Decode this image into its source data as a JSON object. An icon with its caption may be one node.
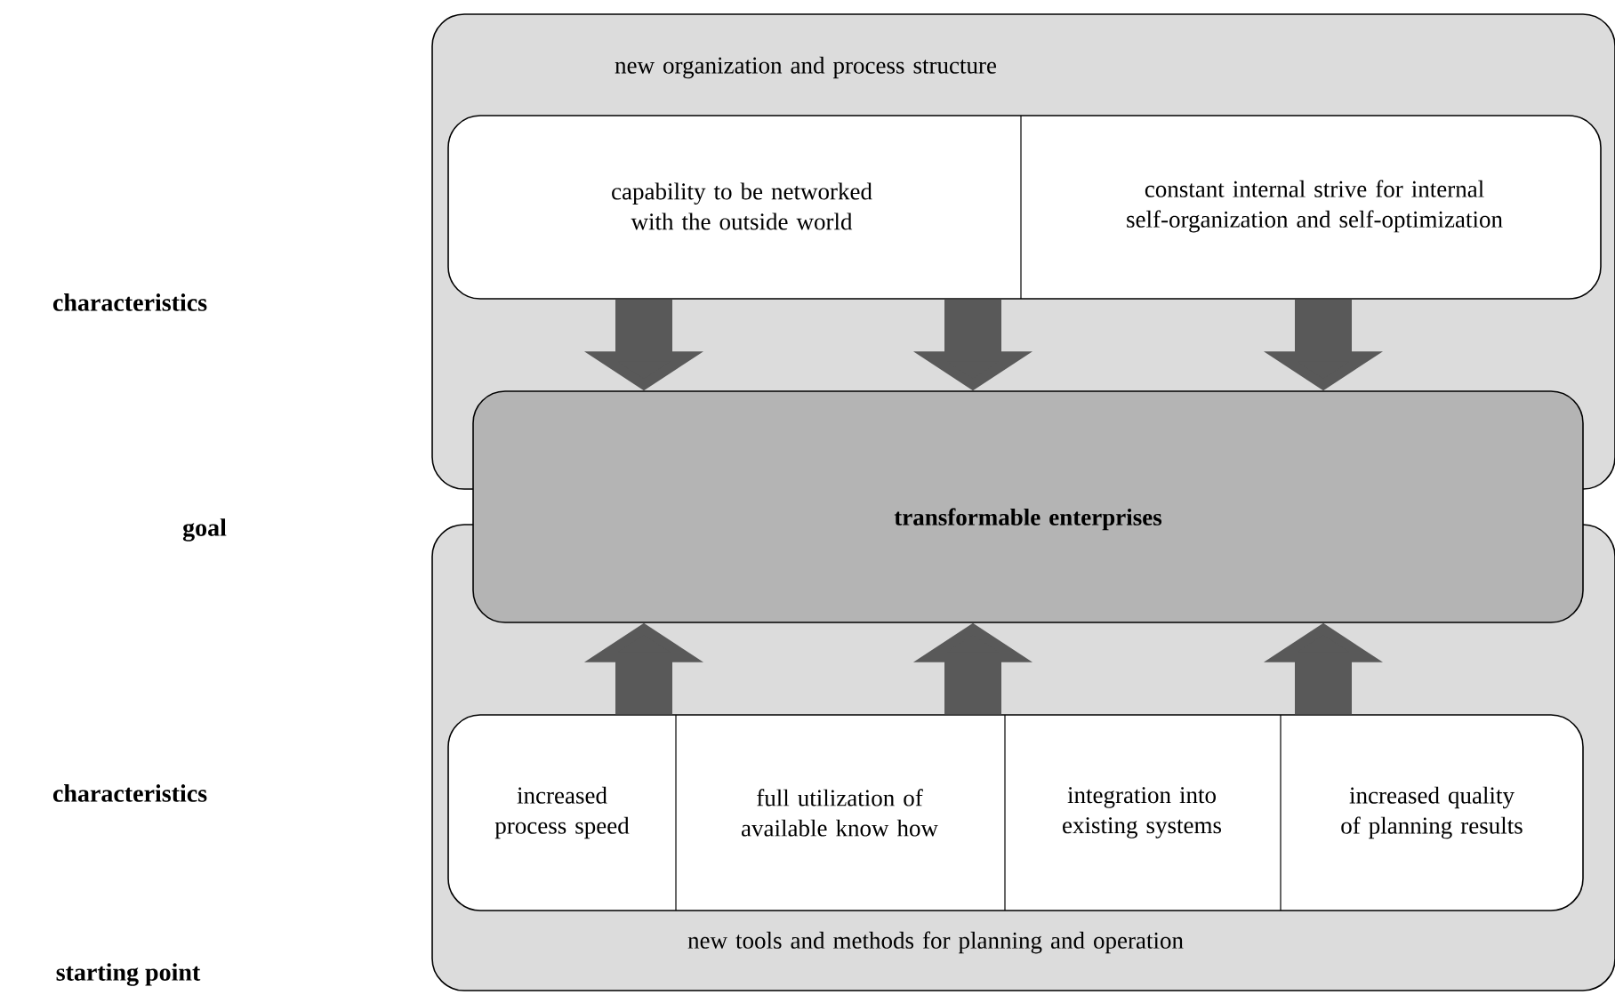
{
  "diagram": {
    "nodes": [
      {
        "text": [
          "new organization and process structure"
        ]
      },
      {
        "text": [
          "capability to be networked with the outside world",
          "constant internal strive for internal self-organization and self-optimization"
        ],
        "in": 0
      },
      {
        "text": [
          "new tools and methods for planning and operation"
        ]
      },
      {
        "text": [
          "increased process speed",
          "full utilization of available know how",
          "integration into existing systems",
          "increased quality of planning results"
        ],
        "in": 2
      },
      {
        "text": [
          "transformable enterprises"
        ]
      }
    ],
    "edges": [
      {
        "from": 1,
        "to": 4,
        "arrow": "to"
      },
      {
        "from": 1,
        "to": 4,
        "arrow": "to"
      },
      {
        "from": 1,
        "to": 4,
        "arrow": "to"
      },
      {
        "from": 3,
        "to": 4,
        "arrow": "to"
      },
      {
        "from": 3,
        "to": 4,
        "arrow": "to"
      },
      {
        "from": 3,
        "to": 4,
        "arrow": "to"
      }
    ],
    "labels": [
      "characteristics",
      "goal",
      "characteristics",
      "starting point"
    ]
  }
}
